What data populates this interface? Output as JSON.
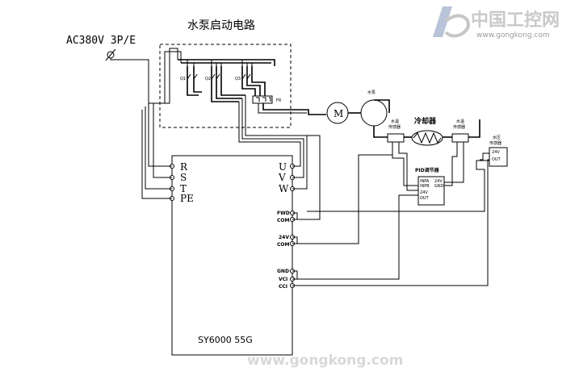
{
  "title": "水泵启动电路",
  "power_label": "AC380V 3P/E",
  "inverter": {
    "model": "SY6000 55G",
    "input_terminals": [
      "R",
      "S",
      "T",
      "PE"
    ],
    "output_terminals": [
      "U",
      "V",
      "W"
    ],
    "control_terminals": [
      "FWD",
      "COM",
      "24V",
      "COM",
      "GND",
      "VCI",
      "CCI"
    ]
  },
  "starter_circuit": {
    "breakers": [
      "Q1",
      "Q2",
      "Q3"
    ],
    "overload_relay": "FR",
    "motor": "M"
  },
  "pump_label": "水泵",
  "cooler_label": "冷却器",
  "sensor_left": [
    "水温",
    "传感器"
  ],
  "sensor_right": [
    "水温",
    "传感器"
  ],
  "pressure_sensor": {
    "label": [
      "水压",
      "传感器"
    ],
    "pins": [
      "24V",
      "OUT"
    ]
  },
  "pid": {
    "label": "PID调节器",
    "left_pins": [
      "INPA",
      "INPB",
      "24V",
      "OUT"
    ],
    "right_pins": [
      "24V",
      "GND"
    ]
  },
  "watermark": "www.gongkong.com",
  "logo": {
    "name": "中国工控网",
    "url": "www.gongkong.com"
  }
}
